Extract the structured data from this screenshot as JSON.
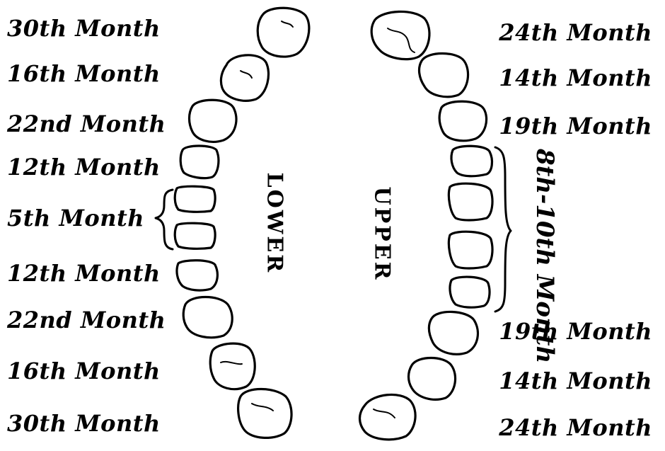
{
  "jaws": {
    "lower_title": "LOWER",
    "upper_title": "UPPER"
  },
  "lower_labels": [
    "30th Month",
    "16th Month",
    "22nd Month",
    "12th Month",
    "5th Month",
    "12th Month",
    "22nd Month",
    "16th Month",
    "30th Month"
  ],
  "upper_labels": [
    "24th Month",
    "14th Month",
    "19th Month",
    "19th Month",
    "14th Month",
    "24th Month"
  ],
  "upper_incisor_range": "8th-10th Month"
}
